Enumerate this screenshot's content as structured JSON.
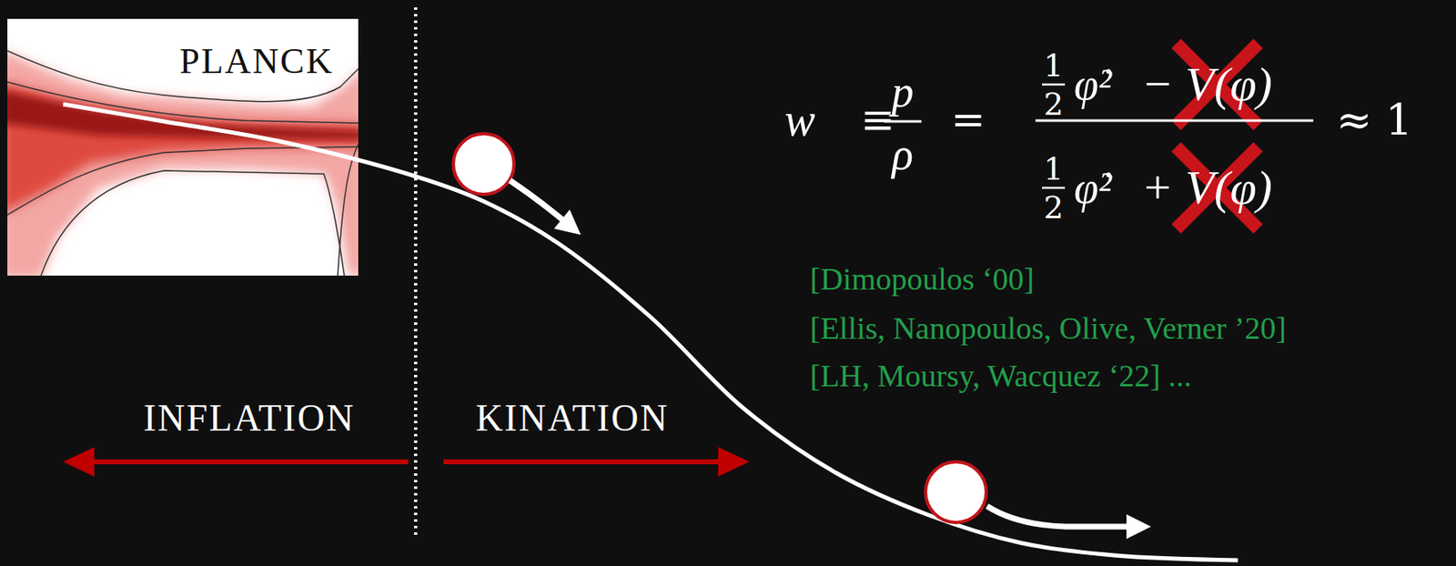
{
  "diagram": {
    "nodes": [
      {
        "text": [
          "PLANCK"
        ]
      }
    ],
    "labels": [
      "INFLATION",
      "KINATION",
      "w",
      "≡",
      "p",
      "ρ",
      "=",
      "1",
      "2",
      "φ̇²",
      "− V(φ)",
      "1",
      "2",
      "φ̇²",
      "+ V(φ)",
      "≈ 1",
      "[Dimopoulos ‘00]",
      "[Ellis, Nanopoulos, Olive, Verner ’20]",
      "[LH, Moursy, Wacquez ‘22] ..."
    ]
  }
}
